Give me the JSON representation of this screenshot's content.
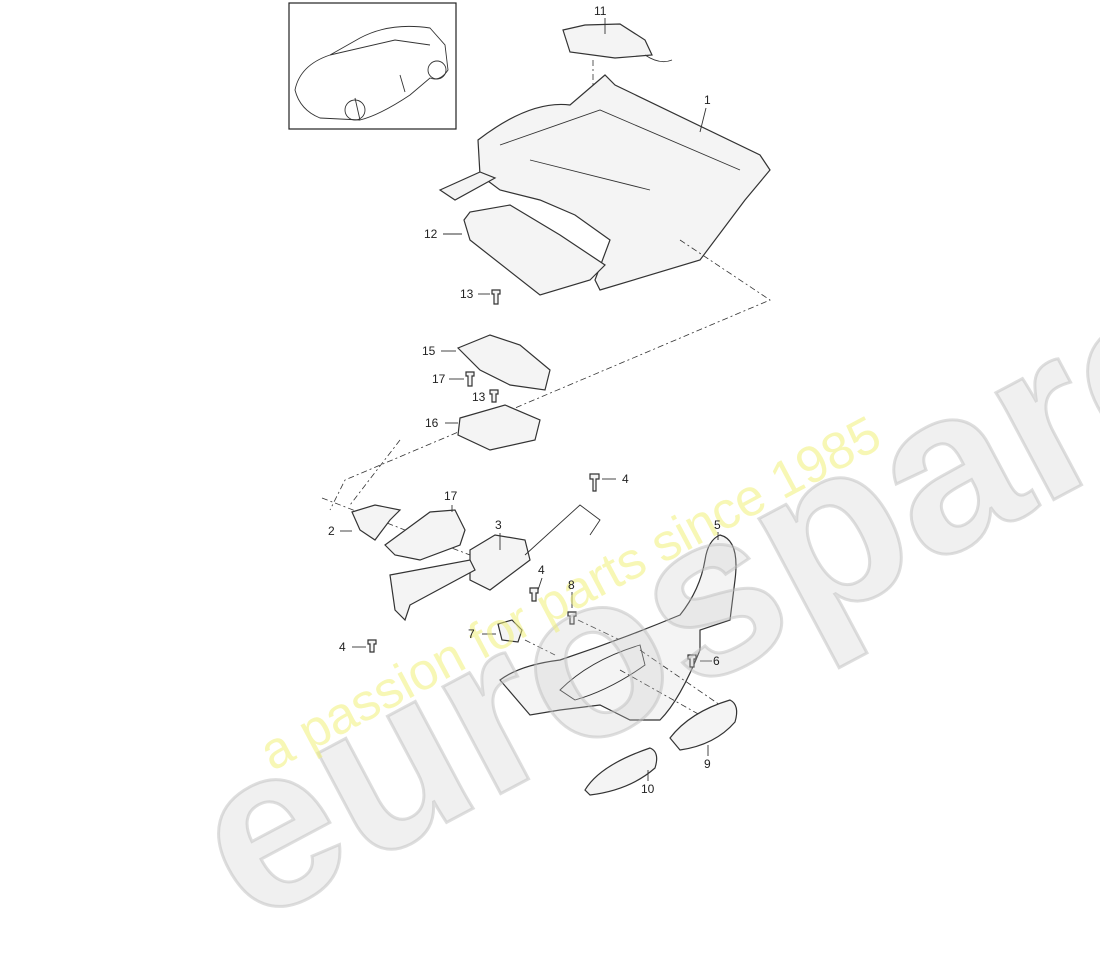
{
  "watermark": {
    "brand": "eurospares",
    "tagline": "a passion for parts since 1985"
  },
  "thumbnail": {
    "icon": "vehicle-suv-icon"
  },
  "callouts": [
    {
      "id": "c11",
      "num": "11"
    },
    {
      "id": "c1",
      "num": "1"
    },
    {
      "id": "c12",
      "num": "12"
    },
    {
      "id": "c13a",
      "num": "13"
    },
    {
      "id": "c15",
      "num": "15"
    },
    {
      "id": "c17a",
      "num": "17"
    },
    {
      "id": "c13b",
      "num": "13"
    },
    {
      "id": "c16",
      "num": "16"
    },
    {
      "id": "c4a",
      "num": "4"
    },
    {
      "id": "c17b",
      "num": "17"
    },
    {
      "id": "c2",
      "num": "2"
    },
    {
      "id": "c3",
      "num": "3"
    },
    {
      "id": "c4b",
      "num": "4"
    },
    {
      "id": "c8",
      "num": "8"
    },
    {
      "id": "c5",
      "num": "5"
    },
    {
      "id": "c7",
      "num": "7"
    },
    {
      "id": "c4c",
      "num": "4"
    },
    {
      "id": "c6",
      "num": "6"
    },
    {
      "id": "c9",
      "num": "9"
    },
    {
      "id": "c10",
      "num": "10"
    }
  ]
}
